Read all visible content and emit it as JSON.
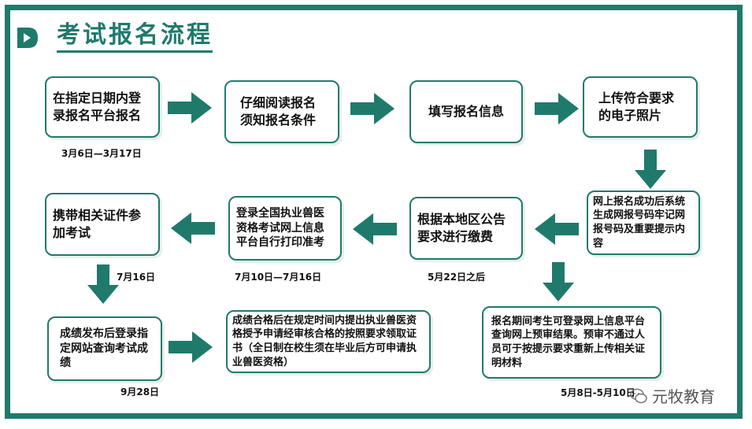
{
  "title": "考试报名流程",
  "colors": {
    "accent": "#1f7a6c"
  },
  "steps": [
    {
      "text": "在指定日期内登录报名平台报名",
      "date": "3月6日—3月17日"
    },
    {
      "text": "仔细阅读报名须知报名条件",
      "date": ""
    },
    {
      "text": "填写报名信息",
      "date": ""
    },
    {
      "text": "上传符合要求的电子照片",
      "date": ""
    },
    {
      "text": "网上报名成功后系统生成网报号码牢记网报号码及重要提示内容",
      "date": ""
    },
    {
      "text": "根据本地区公告要求进行缴费",
      "date": "5月22日之后"
    },
    {
      "text": "登录全国执业兽医资格考试网上信息平台自行打印准考",
      "date": "7月10日—7月16日"
    },
    {
      "text": "携带相关证件参加考试",
      "date": "7月16日"
    },
    {
      "text": "成绩发布后登录指定网站查询考试成绩",
      "date": "9月28日"
    },
    {
      "text": "成绩合格后在规定时间内提出执业兽医资格授予申请经审核合格的按照要求领取证书（全日制在校生须在毕业后方可申请执业兽医资格）",
      "date": ""
    },
    {
      "text": "报名期间考生可登录网上信息平台查询网上预审结果。预审不通过人员可于按提示要求重新上传相关证明材料",
      "date": "5月8日-5月10日"
    }
  ],
  "watermark": {
    "text": "元牧教育",
    "icon": "wechat-icon"
  }
}
